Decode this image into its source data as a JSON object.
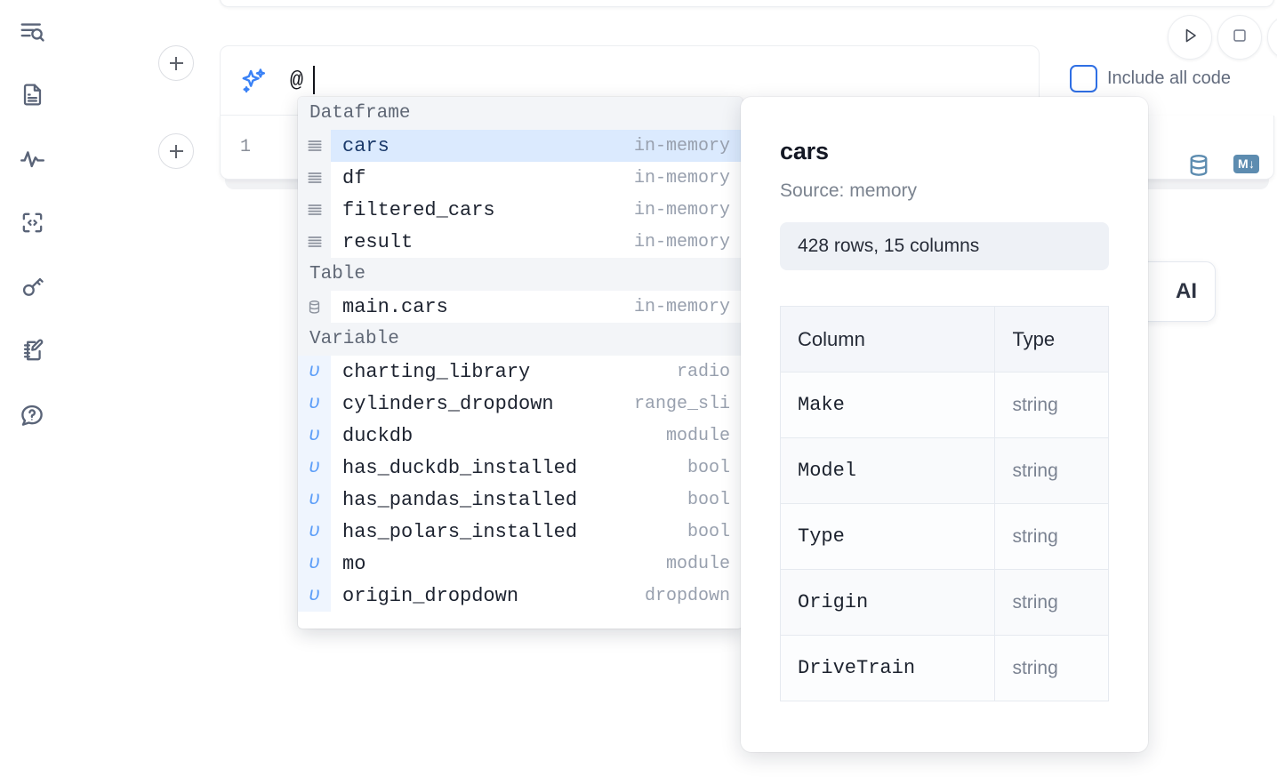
{
  "sidebar": {
    "items": [
      {
        "name": "explore-search-icon",
        "label": "Explore"
      },
      {
        "name": "document-icon",
        "label": "Notebook file"
      },
      {
        "name": "activity-pulse-icon",
        "label": "Activity"
      },
      {
        "name": "code-snippet-icon",
        "label": "Snippets"
      },
      {
        "name": "key-icon",
        "label": "Secrets"
      },
      {
        "name": "notebook-edit-icon",
        "label": "Scratchpad"
      },
      {
        "name": "help-chat-icon",
        "label": "Help"
      }
    ]
  },
  "editor": {
    "add_cell_label": "+",
    "prompt_value": "@",
    "line_number": "1"
  },
  "toolbar": {
    "run_label": "Run",
    "stop_label": "Stop",
    "include_all_code_label": "Include all code",
    "include_all_code_checked": false,
    "database_icon_label": "Database",
    "markdown_badge_label": "M↓"
  },
  "floating_card": {
    "label": "AI"
  },
  "dropdown": {
    "groups": [
      {
        "title": "Dataframe",
        "icon": "dataframe-icon",
        "items": [
          {
            "name": "cars",
            "type": "in-memory",
            "selected": true
          },
          {
            "name": "df",
            "type": "in-memory",
            "selected": false
          },
          {
            "name": "filtered_cars",
            "type": "in-memory",
            "selected": false
          },
          {
            "name": "result",
            "type": "in-memory",
            "selected": false
          }
        ]
      },
      {
        "title": "Table",
        "icon": "table-db-icon",
        "items": [
          {
            "name": "main.cars",
            "type": "in-memory",
            "selected": false
          }
        ]
      },
      {
        "title": "Variable",
        "icon": "variable-icon",
        "items": [
          {
            "name": "charting_library",
            "type": "radio",
            "selected": false
          },
          {
            "name": "cylinders_dropdown",
            "type": "range_sli",
            "selected": false
          },
          {
            "name": "duckdb",
            "type": "module",
            "selected": false
          },
          {
            "name": "has_duckdb_installed",
            "type": "bool",
            "selected": false
          },
          {
            "name": "has_pandas_installed",
            "type": "bool",
            "selected": false
          },
          {
            "name": "has_polars_installed",
            "type": "bool",
            "selected": false
          },
          {
            "name": "mo",
            "type": "module",
            "selected": false
          },
          {
            "name": "origin_dropdown",
            "type": "dropdown",
            "selected": false
          }
        ]
      }
    ]
  },
  "preview": {
    "title": "cars",
    "source": "Source: memory",
    "stats": "428 rows, 15 columns",
    "headers": [
      "Column",
      "Type"
    ],
    "rows": [
      {
        "column": "Make",
        "type": "string"
      },
      {
        "column": "Model",
        "type": "string"
      },
      {
        "column": "Type",
        "type": "string"
      },
      {
        "column": "Origin",
        "type": "string"
      },
      {
        "column": "DriveTrain",
        "type": "string"
      }
    ]
  },
  "colors": {
    "accent_blue": "#2f6fe4",
    "selection_blue": "#dbeafe",
    "muted_blue": "#5d8cb0",
    "icon_gray": "#5a6478"
  }
}
